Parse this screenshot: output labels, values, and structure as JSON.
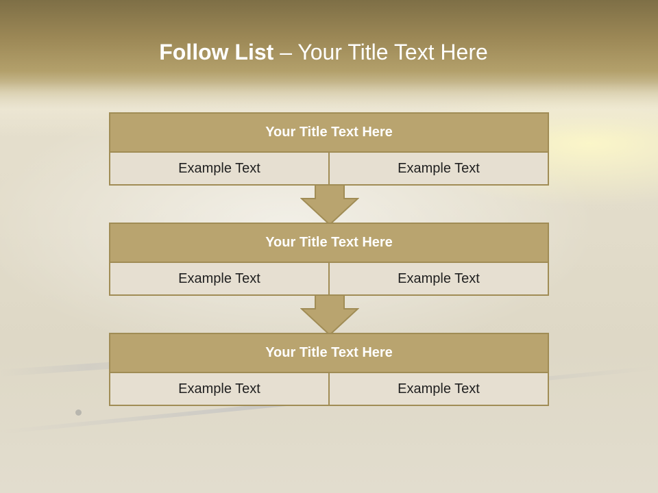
{
  "slide": {
    "title_bold": "Follow List",
    "title_rest": "– Your Title Text Here"
  },
  "blocks": [
    {
      "title": "Your Title Text Here",
      "left": "Example Text",
      "right": "Example Text"
    },
    {
      "title": "Your Title Text Here",
      "left": "Example Text",
      "right": "Example Text"
    },
    {
      "title": "Your Title Text Here",
      "left": "Example Text",
      "right": "Example Text"
    }
  ],
  "colors": {
    "header_fill": "#b9a46f",
    "header_border": "#a08c55",
    "cell_fill": "#e6dfd1",
    "title_text": "#ffffff"
  }
}
